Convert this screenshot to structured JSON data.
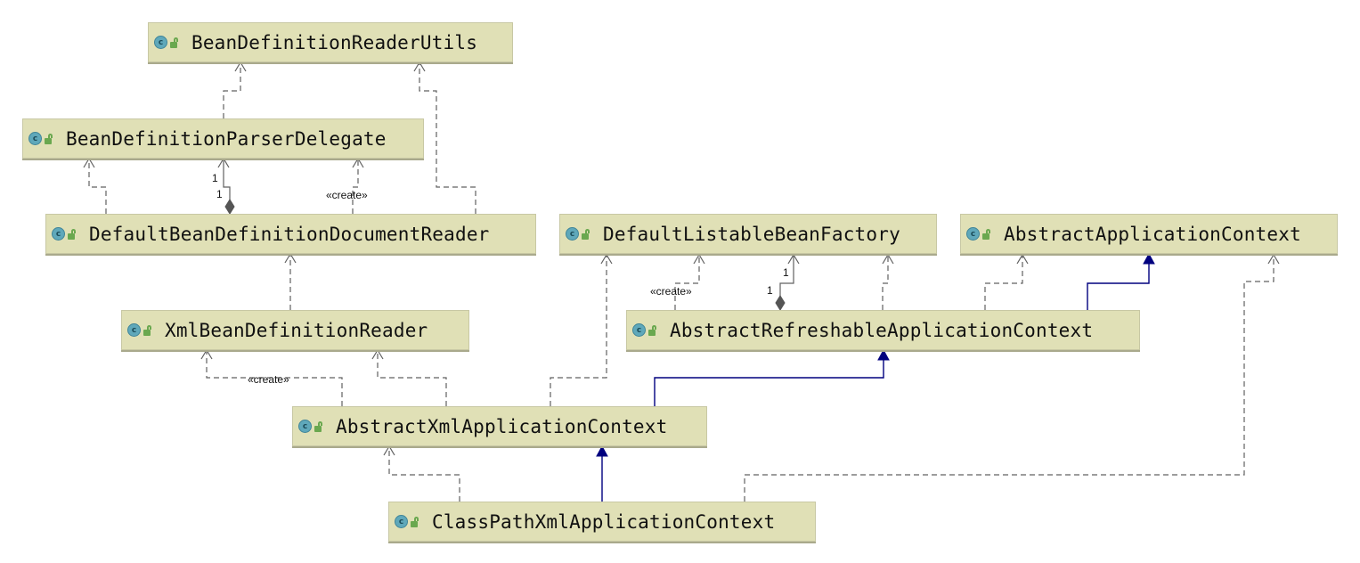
{
  "classes": [
    {
      "id": "bdru",
      "name": "BeanDefinitionReaderUtils"
    },
    {
      "id": "bdpd",
      "name": "BeanDefinitionParserDelegate"
    },
    {
      "id": "dbddr",
      "name": "DefaultBeanDefinitionDocumentReader"
    },
    {
      "id": "dlbf",
      "name": "DefaultListableBeanFactory"
    },
    {
      "id": "aac",
      "name": "AbstractApplicationContext"
    },
    {
      "id": "xbdr",
      "name": "XmlBeanDefinitionReader"
    },
    {
      "id": "arac",
      "name": "AbstractRefreshableApplicationContext"
    },
    {
      "id": "axac",
      "name": "AbstractXmlApplicationContext"
    },
    {
      "id": "cpxac",
      "name": "ClassPathXmlApplicationContext"
    }
  ],
  "class_icon_letter": "c",
  "edges": [
    {
      "from": "bdpd",
      "to": "bdru",
      "kind": "dependency"
    },
    {
      "from": "dbddr",
      "to": "bdru",
      "kind": "dependency"
    },
    {
      "from": "dbddr",
      "to": "bdpd",
      "kind": "dependency"
    },
    {
      "from": "dbddr",
      "to": "bdpd",
      "kind": "composition",
      "source_multiplicity": "1",
      "target_multiplicity": "1"
    },
    {
      "from": "dbddr",
      "to": "bdpd",
      "kind": "dependency",
      "label": "«create»"
    },
    {
      "from": "xbdr",
      "to": "dbddr",
      "kind": "dependency"
    },
    {
      "from": "arac",
      "to": "dlbf",
      "kind": "dependency",
      "label": "«create»"
    },
    {
      "from": "arac",
      "to": "dlbf",
      "kind": "composition",
      "source_multiplicity": "1",
      "target_multiplicity": "1"
    },
    {
      "from": "arac",
      "to": "dlbf",
      "kind": "dependency"
    },
    {
      "from": "arac",
      "to": "aac",
      "kind": "dependency"
    },
    {
      "from": "arac",
      "to": "aac",
      "kind": "generalization"
    },
    {
      "from": "axac",
      "to": "xbdr",
      "kind": "dependency",
      "label": "«create»"
    },
    {
      "from": "axac",
      "to": "xbdr",
      "kind": "dependency"
    },
    {
      "from": "axac",
      "to": "dlbf",
      "kind": "dependency"
    },
    {
      "from": "axac",
      "to": "arac",
      "kind": "generalization"
    },
    {
      "from": "cpxac",
      "to": "axac",
      "kind": "dependency"
    },
    {
      "from": "cpxac",
      "to": "axac",
      "kind": "generalization"
    },
    {
      "from": "cpxac",
      "to": "aac",
      "kind": "dependency"
    }
  ],
  "colors": {
    "node_fill": "#e0e0b6",
    "dependency_line": "#606060",
    "generalization_line": "#00007f",
    "composition_diamond": "#555555"
  }
}
